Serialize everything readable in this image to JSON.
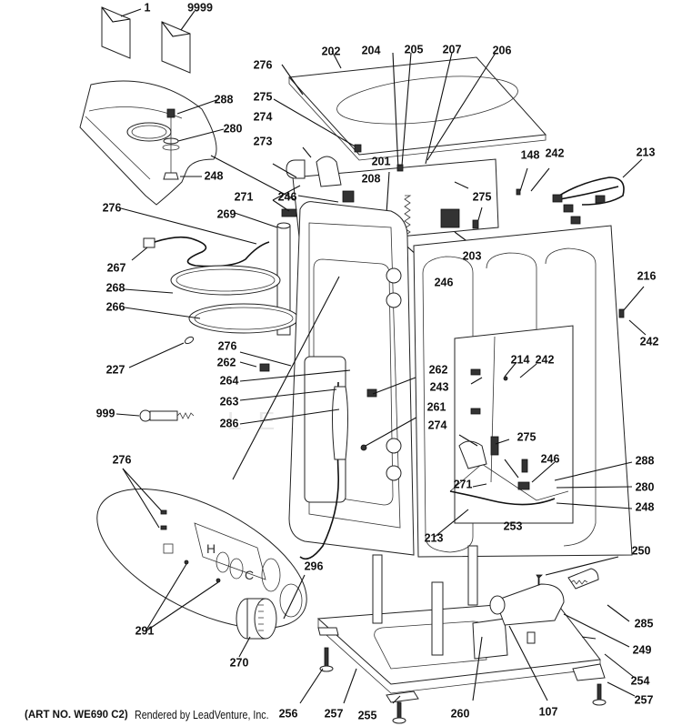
{
  "diagram": {
    "title": "Cabinet & Top Panel exploded parts diagram",
    "art_number": "(ART NO. WE690 C2)",
    "credit": "Rendered by LeadVenture, Inc.",
    "watermark": "LEADVENTURE",
    "callouts": [
      {
        "id": "c1",
        "text": "1"
      },
      {
        "id": "c9999",
        "text": "9999"
      },
      {
        "id": "c288a",
        "text": "288"
      },
      {
        "id": "c280a",
        "text": "280"
      },
      {
        "id": "c248a",
        "text": "248"
      },
      {
        "id": "c276a",
        "text": "276"
      },
      {
        "id": "c275a",
        "text": "275"
      },
      {
        "id": "c274a",
        "text": "274"
      },
      {
        "id": "c273",
        "text": "273"
      },
      {
        "id": "c202",
        "text": "202"
      },
      {
        "id": "c204",
        "text": "204"
      },
      {
        "id": "c205",
        "text": "205"
      },
      {
        "id": "c207",
        "text": "207"
      },
      {
        "id": "c206",
        "text": "206"
      },
      {
        "id": "c201",
        "text": "201"
      },
      {
        "id": "c208",
        "text": "208"
      },
      {
        "id": "c246a",
        "text": "246"
      },
      {
        "id": "c271a",
        "text": "271"
      },
      {
        "id": "c275b",
        "text": "275"
      },
      {
        "id": "c203",
        "text": "203"
      },
      {
        "id": "c246b",
        "text": "246"
      },
      {
        "id": "c148",
        "text": "148"
      },
      {
        "id": "c242a",
        "text": "242"
      },
      {
        "id": "c213a",
        "text": "213"
      },
      {
        "id": "c216",
        "text": "216"
      },
      {
        "id": "c242b",
        "text": "242"
      },
      {
        "id": "c276b",
        "text": "276"
      },
      {
        "id": "c269",
        "text": "269"
      },
      {
        "id": "c267",
        "text": "267"
      },
      {
        "id": "c268",
        "text": "268"
      },
      {
        "id": "c266",
        "text": "266"
      },
      {
        "id": "c227",
        "text": "227"
      },
      {
        "id": "c276c",
        "text": "276"
      },
      {
        "id": "c262a",
        "text": "262"
      },
      {
        "id": "c264",
        "text": "264"
      },
      {
        "id": "c263",
        "text": "263"
      },
      {
        "id": "c286",
        "text": "286"
      },
      {
        "id": "c999",
        "text": "999"
      },
      {
        "id": "c262b",
        "text": "262"
      },
      {
        "id": "c243",
        "text": "243"
      },
      {
        "id": "c214",
        "text": "214"
      },
      {
        "id": "c242c",
        "text": "242"
      },
      {
        "id": "c261",
        "text": "261"
      },
      {
        "id": "c274b",
        "text": "274"
      },
      {
        "id": "c275c",
        "text": "275"
      },
      {
        "id": "c246c",
        "text": "246"
      },
      {
        "id": "c271b",
        "text": "271"
      },
      {
        "id": "c288b",
        "text": "288"
      },
      {
        "id": "c280b",
        "text": "280"
      },
      {
        "id": "c248b",
        "text": "248"
      },
      {
        "id": "c213b",
        "text": "213"
      },
      {
        "id": "c253",
        "text": "253"
      },
      {
        "id": "c250",
        "text": "250"
      },
      {
        "id": "c276d",
        "text": "276"
      },
      {
        "id": "c296",
        "text": "296"
      },
      {
        "id": "c291",
        "text": "291"
      },
      {
        "id": "c270",
        "text": "270"
      },
      {
        "id": "c285",
        "text": "285"
      },
      {
        "id": "c249",
        "text": "249"
      },
      {
        "id": "c254",
        "text": "254"
      },
      {
        "id": "c257a",
        "text": "257"
      },
      {
        "id": "c256",
        "text": "256"
      },
      {
        "id": "c257b",
        "text": "257"
      },
      {
        "id": "c255",
        "text": "255"
      },
      {
        "id": "c260",
        "text": "260"
      },
      {
        "id": "c107",
        "text": "107"
      }
    ]
  }
}
